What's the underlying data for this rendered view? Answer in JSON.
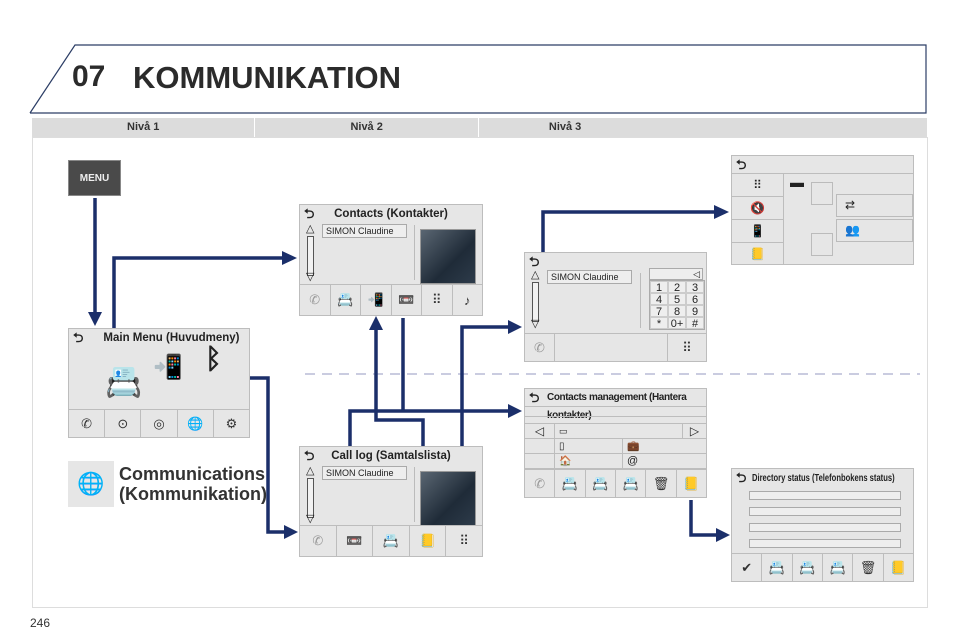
{
  "header": {
    "chapter": "07",
    "title": "KOMMUNIKATION"
  },
  "columns": [
    "Nivå 1",
    "Nivå 2",
    "Nivå 3"
  ],
  "page_number": "246",
  "menu_button": "MENU",
  "main_menu": {
    "title": "Main Menu (Huvudmeny)"
  },
  "communications": {
    "line1": "Communications",
    "line2": "(Kommunikation)"
  },
  "contacts": {
    "title": "Contacts (Kontakter)",
    "name": "SIMON Claudine"
  },
  "call_log": {
    "title": "Call log (Samtalslista)",
    "name": "SIMON Claudine"
  },
  "dialpad": {
    "name": "SIMON Claudine",
    "keys": [
      "1",
      "2",
      "3",
      "4",
      "5",
      "6",
      "7",
      "8",
      "9",
      "*",
      "0+",
      "#"
    ]
  },
  "contacts_management": {
    "title": "Contacts management (Hantera kontakter)"
  },
  "directory_status": {
    "title": "Directory status (Telefonbokens status)"
  },
  "colors": {
    "arrow": "#1b2f6a",
    "panel": "#e6e6e6",
    "menu_button": "#4a4a4a"
  }
}
